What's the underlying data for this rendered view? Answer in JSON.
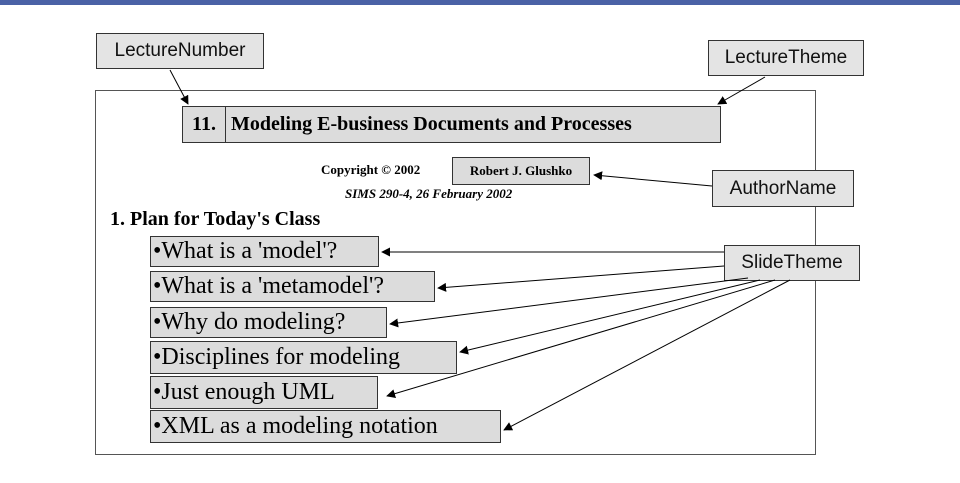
{
  "callouts": {
    "lecture_number": "LectureNumber",
    "lecture_theme": "LectureTheme",
    "author_name": "AuthorName",
    "slide_theme": "SlideTheme"
  },
  "slide": {
    "lecture_number": "11.",
    "lecture_title": "Modeling E-business Documents and Processes",
    "copyright_prefix": "Copyright © 2002",
    "author": "Robert J. Glushko",
    "course_line": "SIMS 290-4, 26 February 2002",
    "section_heading": "1. Plan for Today's Class",
    "bullets": [
      "•What is a 'model'?",
      "•What is a 'metamodel'?",
      "•Why do modeling?",
      "•Disciplines for modeling",
      "•Just enough UML",
      "•XML as a modeling notation"
    ]
  },
  "colors": {
    "top_rule": "#4a62a6",
    "callout_fill": "#e4e4e4",
    "highlight_fill": "#dcdcdc"
  }
}
